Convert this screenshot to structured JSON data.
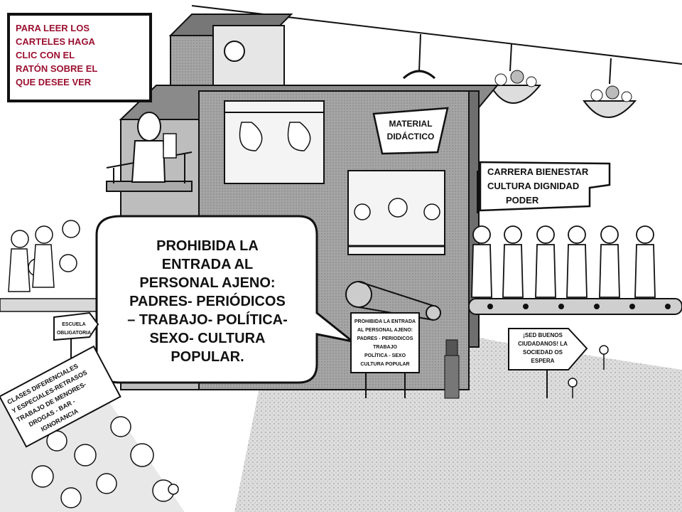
{
  "instruction_lines": [
    "PARA LEER LOS",
    "CARTELES HAGA",
    "CLIC CON EL",
    "RATÓN SOBRE EL",
    "QUE DESEE VER"
  ],
  "bubble_lines": [
    "PROHIBIDA LA",
    "ENTRADA AL",
    "PERSONAL AJENO:",
    "PADRES- PERIÓDICOS",
    "– TRABAJO- POLÍTICA-",
    "SEXO- CULTURA",
    "POPULAR."
  ],
  "signs": {
    "material": [
      "MATERIAL",
      "DIDÁCTICO"
    ],
    "carrera": [
      "CARRERA BIENESTAR",
      "CULTURA DIGNIDAD",
      "PODER"
    ],
    "prohibida": [
      "PROHIBIDA LA ENTRADA",
      "AL PERSONAL AJENO:",
      "PADRES - PERIODICOS",
      "TRABAJO",
      "POLÍTICA - SEXO",
      "CULTURA POPULAR"
    ],
    "ciudadanos": [
      "¡SED BUENOS",
      "CIUDADANOS! LA",
      "SOCIEDAD OS",
      "ESPERA"
    ],
    "escuela": [
      "ESCUELA",
      "OBLIGATORIA"
    ],
    "clases": [
      "CLASES DIFERENCIALES",
      "Y ESPECIALES-RETRASOS",
      "TRABAJO DE MENORES-",
      "DROGAS - BAR -",
      "IGNORANCIA"
    ]
  },
  "colors": {
    "instruction_text": "#9b1030",
    "ink": "#111111",
    "shade": "#9a9a9a",
    "ground": "#c8c8c8"
  }
}
